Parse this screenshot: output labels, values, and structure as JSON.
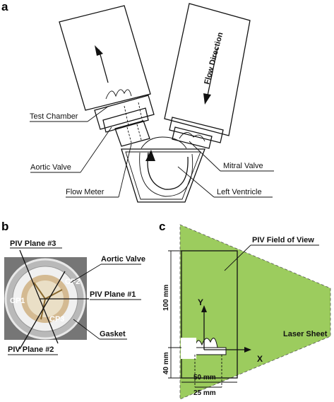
{
  "panel_a": {
    "letter": "a",
    "flow_direction": "Flow Direction",
    "test_chamber": "Test Chamber",
    "aortic_valve": "Aortic Valve",
    "flow_meter": "Flow Meter",
    "mitral_valve": "Mitral Valve",
    "left_ventricle": "Left Ventricle"
  },
  "panel_b": {
    "letter": "b",
    "piv_plane_3": "PIV Plane #3",
    "aortic_valve": "Aortic Valve",
    "piv_plane_1": "PIV Plane #1",
    "gasket": "Gasket",
    "piv_plane_2": "PIV Plane #2",
    "cp1": "CP1",
    "cp2": "CP2",
    "cp3": "CP3"
  },
  "panel_c": {
    "letter": "c",
    "piv_field_of_view": "PIV Field of View",
    "laser_sheet": "Laser Sheet",
    "y_axis": "Y",
    "x_axis": "X",
    "dim_100": "100 mm",
    "dim_40": "40 mm",
    "dim_50": "50 mm",
    "dim_25": "25 mm"
  },
  "colors": {
    "laser_green": "#9ccc5e",
    "photo_dark": "#7a7a7a",
    "gasket_tan": "#c8a36a"
  }
}
